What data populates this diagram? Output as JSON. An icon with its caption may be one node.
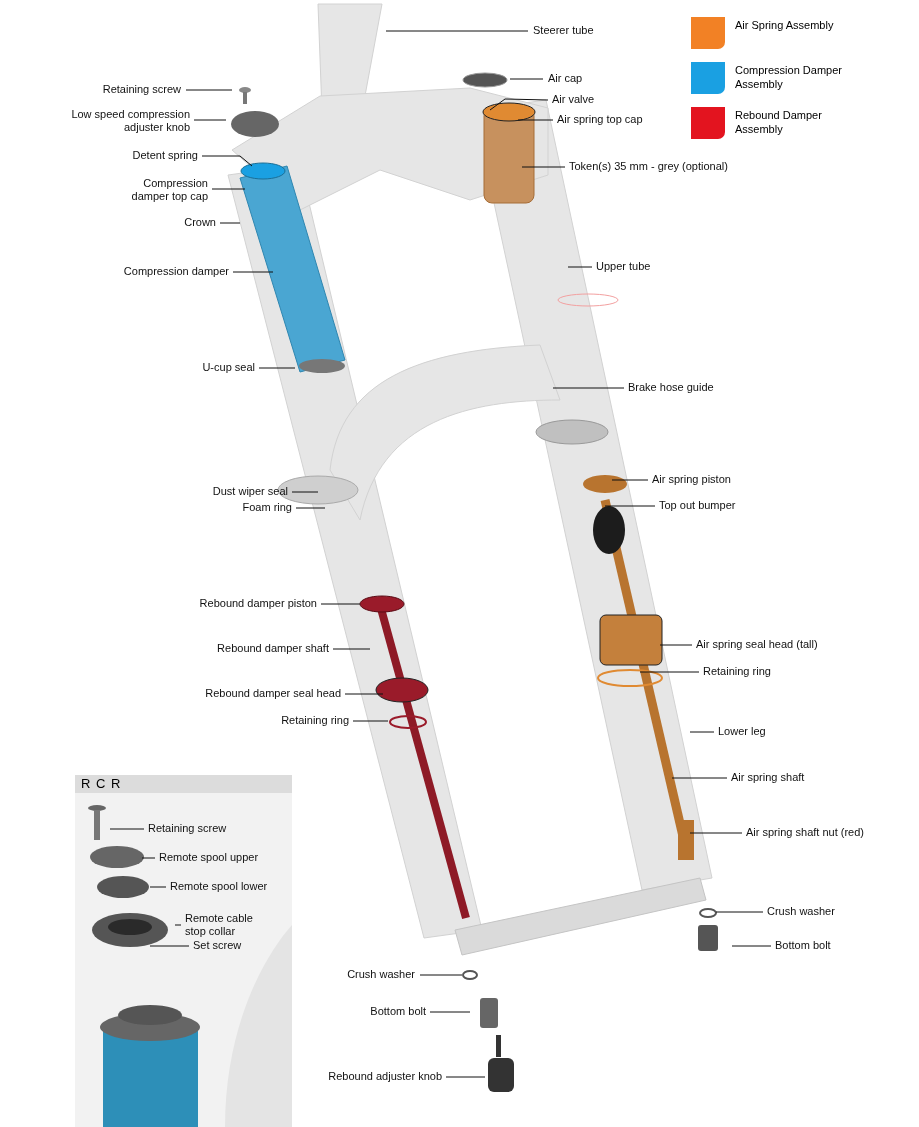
{
  "diagram": {
    "nodes": [
      {
        "text": [
          "Steerer tube"
        ]
      },
      {
        "text": [
          "Air cap"
        ]
      },
      {
        "text": [
          "Retaining screw"
        ]
      },
      {
        "text": [
          "Air valve"
        ]
      },
      {
        "text": [
          "Low speed compression adjuster knob"
        ]
      },
      {
        "text": [
          "Air spring top cap"
        ]
      },
      {
        "text": [
          "Detent spring"
        ]
      },
      {
        "text": [
          "Token(s) 35 mm - grey (optional)"
        ]
      },
      {
        "text": [
          "Compression damper top cap"
        ]
      },
      {
        "text": [
          "Crown"
        ]
      },
      {
        "text": [
          "Compression damper"
        ]
      },
      {
        "text": [
          "Upper tube"
        ]
      },
      {
        "text": [
          "U-cup seal"
        ]
      },
      {
        "text": [
          "Brake hose guide"
        ]
      },
      {
        "text": [
          "Air spring piston"
        ]
      },
      {
        "text": [
          "Dust wiper seal"
        ]
      },
      {
        "text": [
          "Top out bumper"
        ]
      },
      {
        "text": [
          "Foam ring"
        ]
      },
      {
        "text": [
          "Rebound damper piston"
        ]
      },
      {
        "text": [
          "Air spring seal head (tall)"
        ]
      },
      {
        "text": [
          "Rebound damper shaft"
        ]
      },
      {
        "text": [
          "Retaining ring"
        ]
      },
      {
        "text": [
          "Rebound damper seal head"
        ]
      },
      {
        "text": [
          "Retaining ring"
        ]
      },
      {
        "text": [
          "Lower leg"
        ]
      },
      {
        "text": [
          "Air spring shaft"
        ]
      },
      {
        "text": [
          "Air spring shaft nut (red)"
        ]
      },
      {
        "text": [
          "Crush washer"
        ]
      },
      {
        "text": [
          "Bottom bolt"
        ]
      },
      {
        "text": [
          "Crush washer"
        ]
      },
      {
        "text": [
          "Bottom bolt"
        ]
      },
      {
        "text": [
          "Rebound adjuster knob"
        ]
      },
      {
        "text": [
          "R C R"
        ]
      },
      {
        "text": [
          "Retaining screw"
        ],
        "in": 32
      },
      {
        "text": [
          "Remote spool upper"
        ],
        "in": 32
      },
      {
        "text": [
          "Remote spool lower"
        ],
        "in": 32
      },
      {
        "text": [
          "Remote cable stop collar"
        ],
        "in": 32
      },
      {
        "text": [
          "Set screw"
        ],
        "in": 32
      }
    ],
    "edges": [
      {
        "from": 0,
        "to": null,
        "arrow": "none"
      },
      {
        "from": 1,
        "to": null,
        "arrow": "none"
      },
      {
        "from": 2,
        "to": null,
        "arrow": "none"
      },
      {
        "from": 3,
        "to": null,
        "arrow": "none"
      },
      {
        "from": 4,
        "to": null,
        "arrow": "none"
      },
      {
        "from": 5,
        "to": null,
        "arrow": "none"
      },
      {
        "from": 6,
        "to": null,
        "arrow": "none"
      },
      {
        "from": 7,
        "to": null,
        "arrow": "none"
      },
      {
        "from": 8,
        "to": null,
        "arrow": "none"
      },
      {
        "from": 9,
        "to": null,
        "arrow": "none"
      },
      {
        "from": 10,
        "to": null,
        "arrow": "none"
      },
      {
        "from": 11,
        "to": null,
        "arrow": "none"
      },
      {
        "from": 12,
        "to": null,
        "arrow": "none"
      },
      {
        "from": 13,
        "to": null,
        "arrow": "none"
      },
      {
        "from": 14,
        "to": null,
        "arrow": "none"
      },
      {
        "from": 15,
        "to": null,
        "arrow": "none"
      },
      {
        "from": 16,
        "to": null,
        "arrow": "none"
      },
      {
        "from": 17,
        "to": null,
        "arrow": "none"
      },
      {
        "from": 18,
        "to": null,
        "arrow": "none"
      },
      {
        "from": 19,
        "to": null,
        "arrow": "none"
      },
      {
        "from": 20,
        "to": null,
        "arrow": "none"
      },
      {
        "from": 21,
        "to": null,
        "arrow": "none"
      },
      {
        "from": 22,
        "to": null,
        "arrow": "none"
      },
      {
        "from": 23,
        "to": null,
        "arrow": "none"
      },
      {
        "from": 24,
        "to": null,
        "arrow": "none"
      },
      {
        "from": 25,
        "to": null,
        "arrow": "none"
      },
      {
        "from": 26,
        "to": null,
        "arrow": "none"
      },
      {
        "from": 27,
        "to": null,
        "arrow": "none"
      },
      {
        "from": 28,
        "to": null,
        "arrow": "none"
      },
      {
        "from": 29,
        "to": null,
        "arrow": "none"
      },
      {
        "from": 30,
        "to": null,
        "arrow": "none"
      },
      {
        "from": 31,
        "to": null,
        "arrow": "none"
      },
      {
        "from": 33,
        "to": null,
        "arrow": "none"
      },
      {
        "from": 34,
        "to": null,
        "arrow": "none"
      },
      {
        "from": 35,
        "to": null,
        "arrow": "none"
      },
      {
        "from": 36,
        "to": null,
        "arrow": "none"
      },
      {
        "from": 37,
        "to": null,
        "arrow": "none"
      }
    ],
    "legend": [
      {
        "text": "Air Spring Assembly",
        "color": "#f28125"
      },
      {
        "text": "Compression Damper Assembly",
        "color": "#1aa0e2"
      },
      {
        "text": "Rebound Damper Assembly",
        "color": "#e3141f"
      }
    ]
  }
}
